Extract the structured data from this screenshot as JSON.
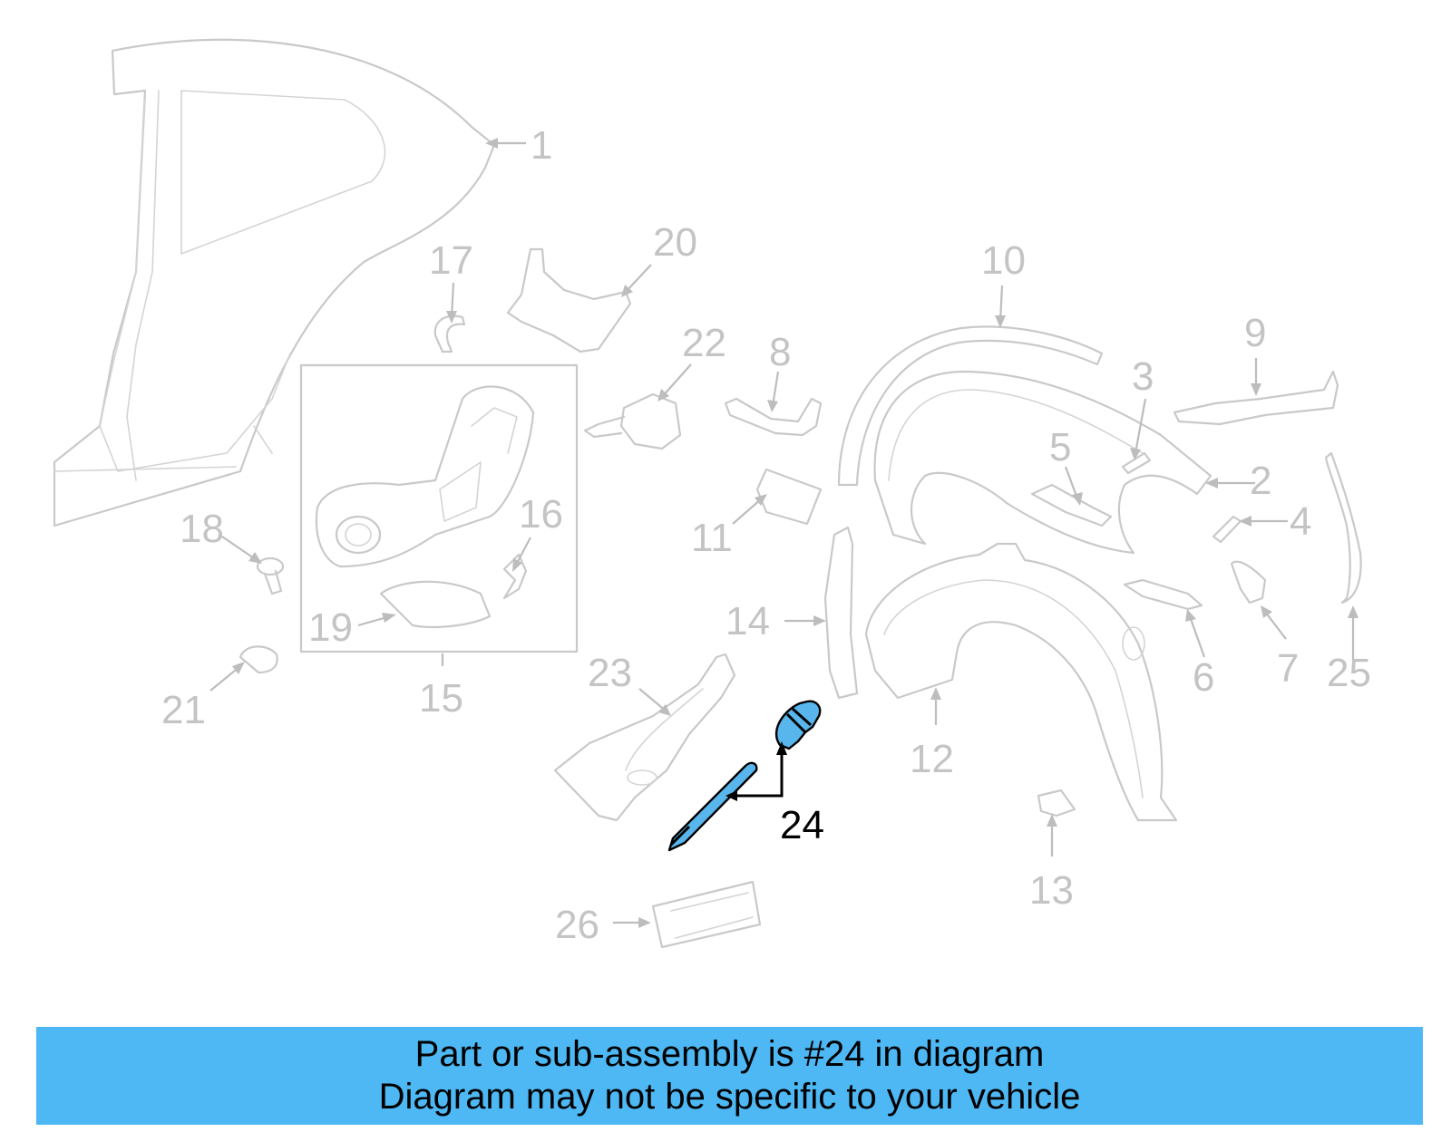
{
  "diagram": {
    "highlighted_part": "24",
    "callouts": [
      "1",
      "2",
      "3",
      "4",
      "5",
      "6",
      "7",
      "8",
      "9",
      "10",
      "11",
      "12",
      "13",
      "14",
      "15",
      "16",
      "17",
      "18",
      "19",
      "20",
      "21",
      "22",
      "23",
      "24",
      "25",
      "26"
    ],
    "colors": {
      "highlight": "#58b6ec",
      "banner": "#4db8f4",
      "ghost_line": "#c9c9c9",
      "label": "#c4c4c4"
    }
  },
  "banner": {
    "line1": "Part or sub-assembly is #24 in diagram",
    "line2": "Diagram may not be specific to your vehicle"
  }
}
